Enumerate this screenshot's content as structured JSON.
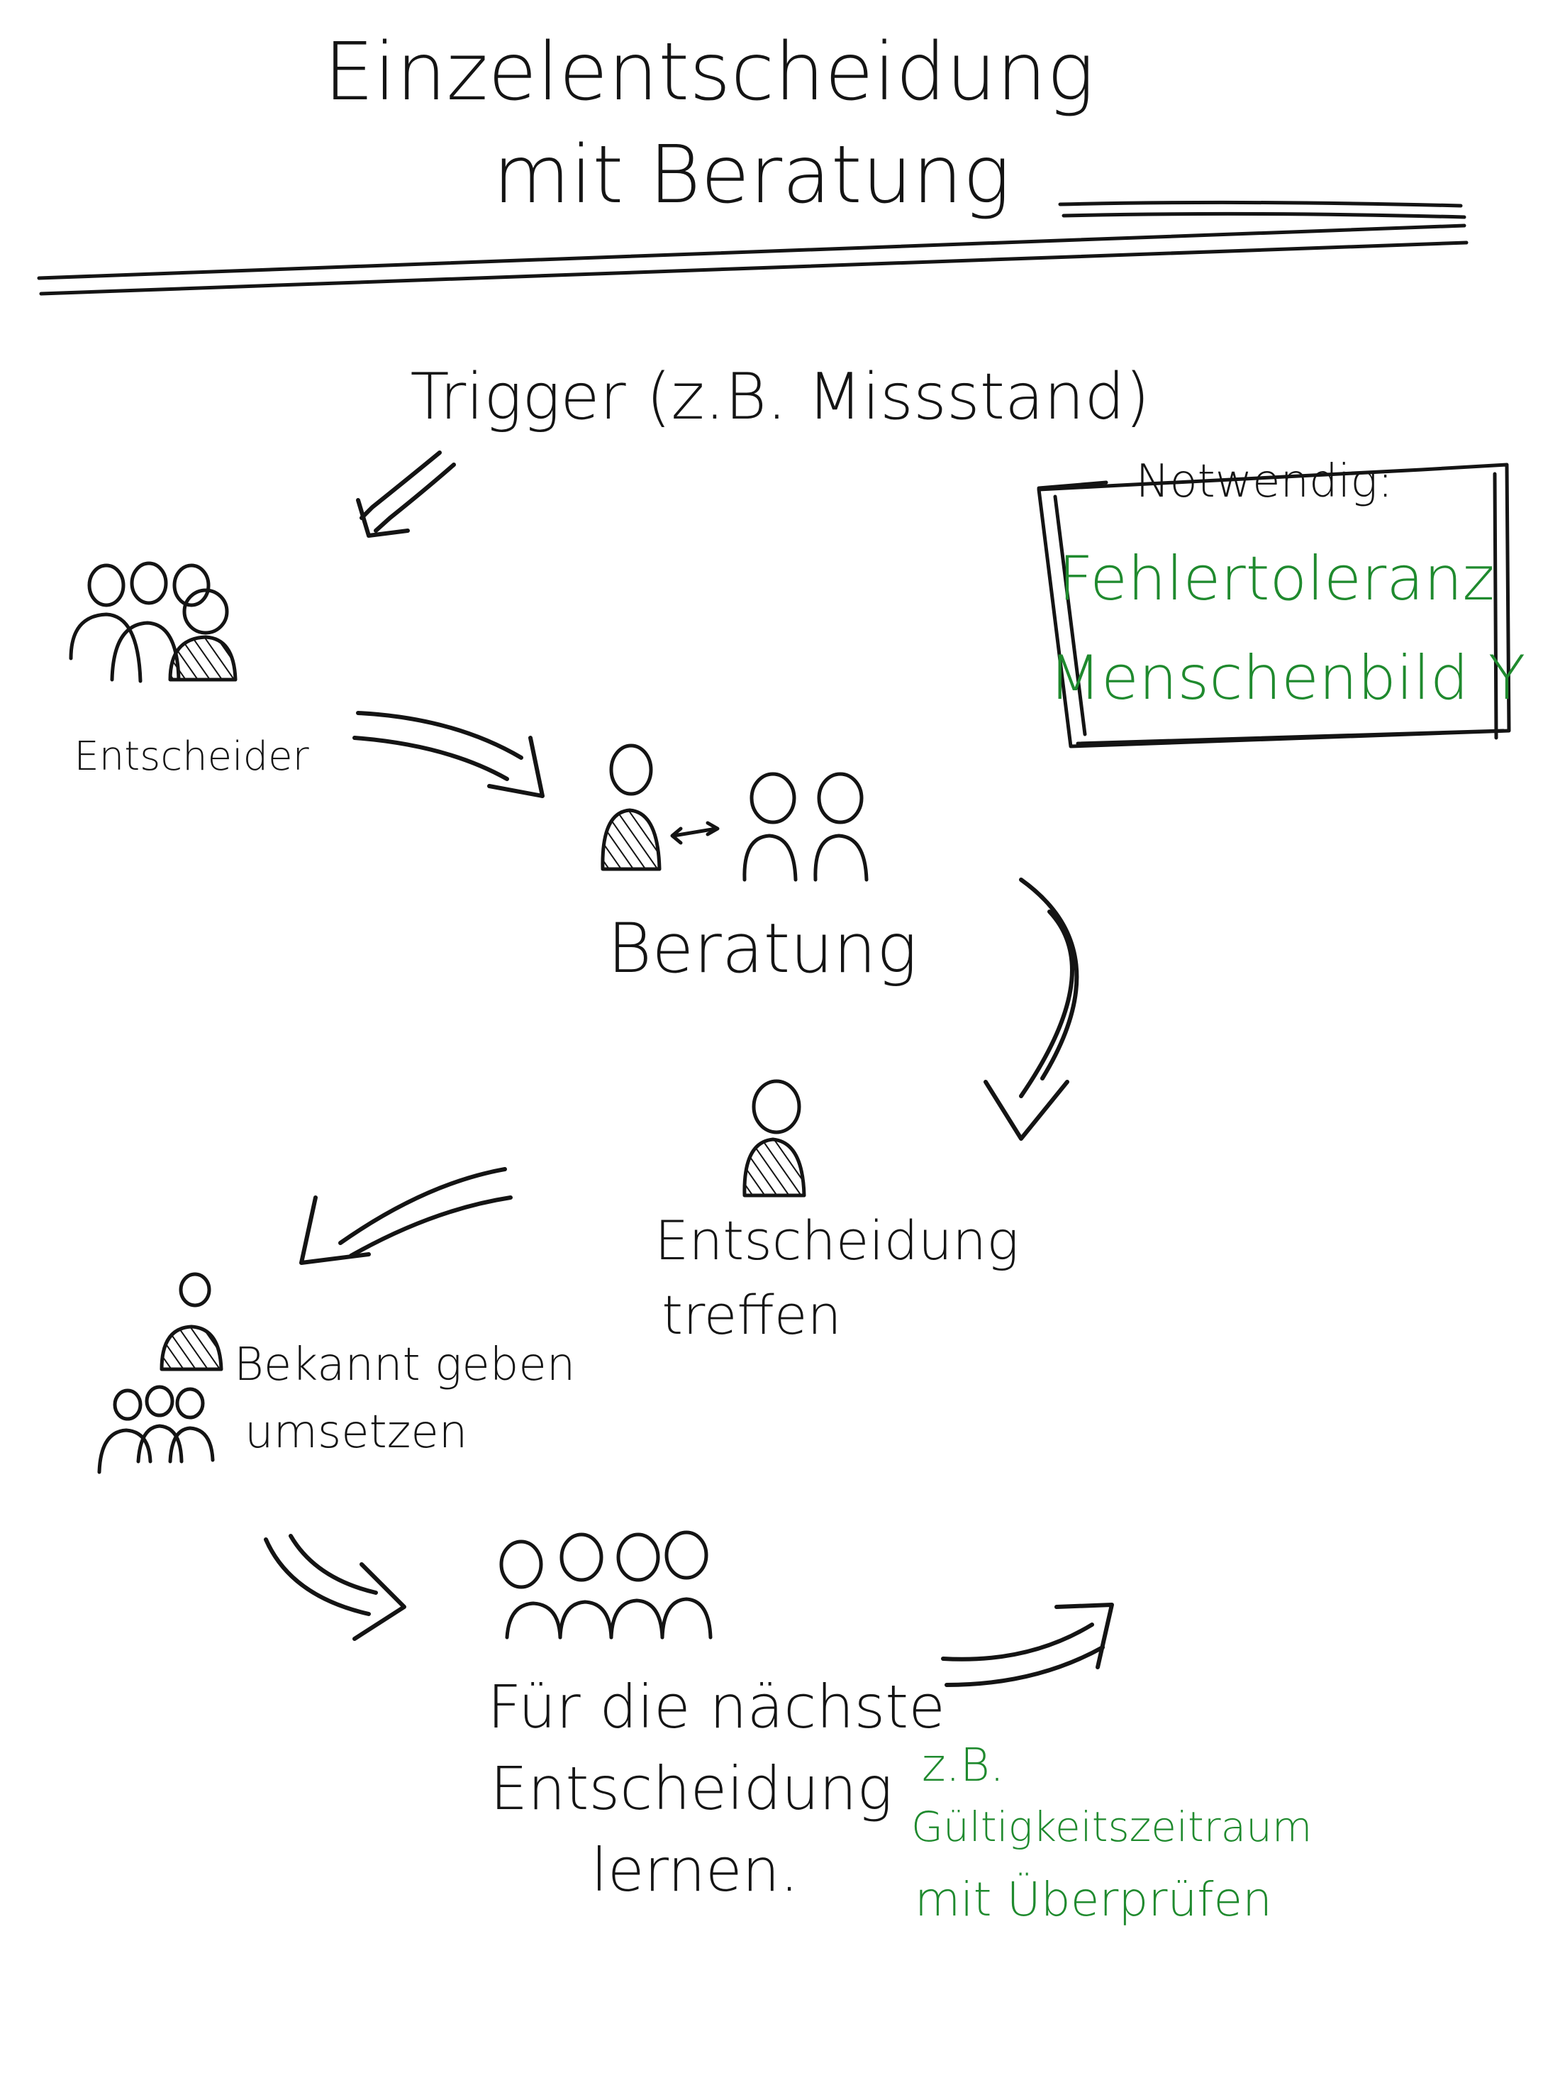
{
  "title": {
    "line1": "Einzelentscheidung",
    "line2": "mit Beratung"
  },
  "trigger": "Trigger (z.B. Missstand)",
  "requirements": {
    "heading": "Notwendig:",
    "items": [
      "Fehlertoleranz",
      "Menschenbild Y"
    ],
    "item_color": "#1f8a2e"
  },
  "steps": {
    "deciders": "Entscheider",
    "consultation": "Beratung",
    "decision": {
      "line1": "Entscheidung",
      "line2": "treffen"
    },
    "announce": {
      "line1": "Bekannt geben",
      "line2": "umsetzen"
    },
    "learn": {
      "line1": "Für die nächste",
      "line2": "Entscheidung",
      "line3": "lernen."
    }
  },
  "note": {
    "line1": "z.B.",
    "line2": "Gültigkeitszeitraum",
    "line3": "mit Überprüfen",
    "color": "#1f8a2e"
  },
  "icons": [
    "people-group-icon",
    "person-consulting-icon",
    "decider-person-icon",
    "team-icon",
    "arrow-icon"
  ]
}
